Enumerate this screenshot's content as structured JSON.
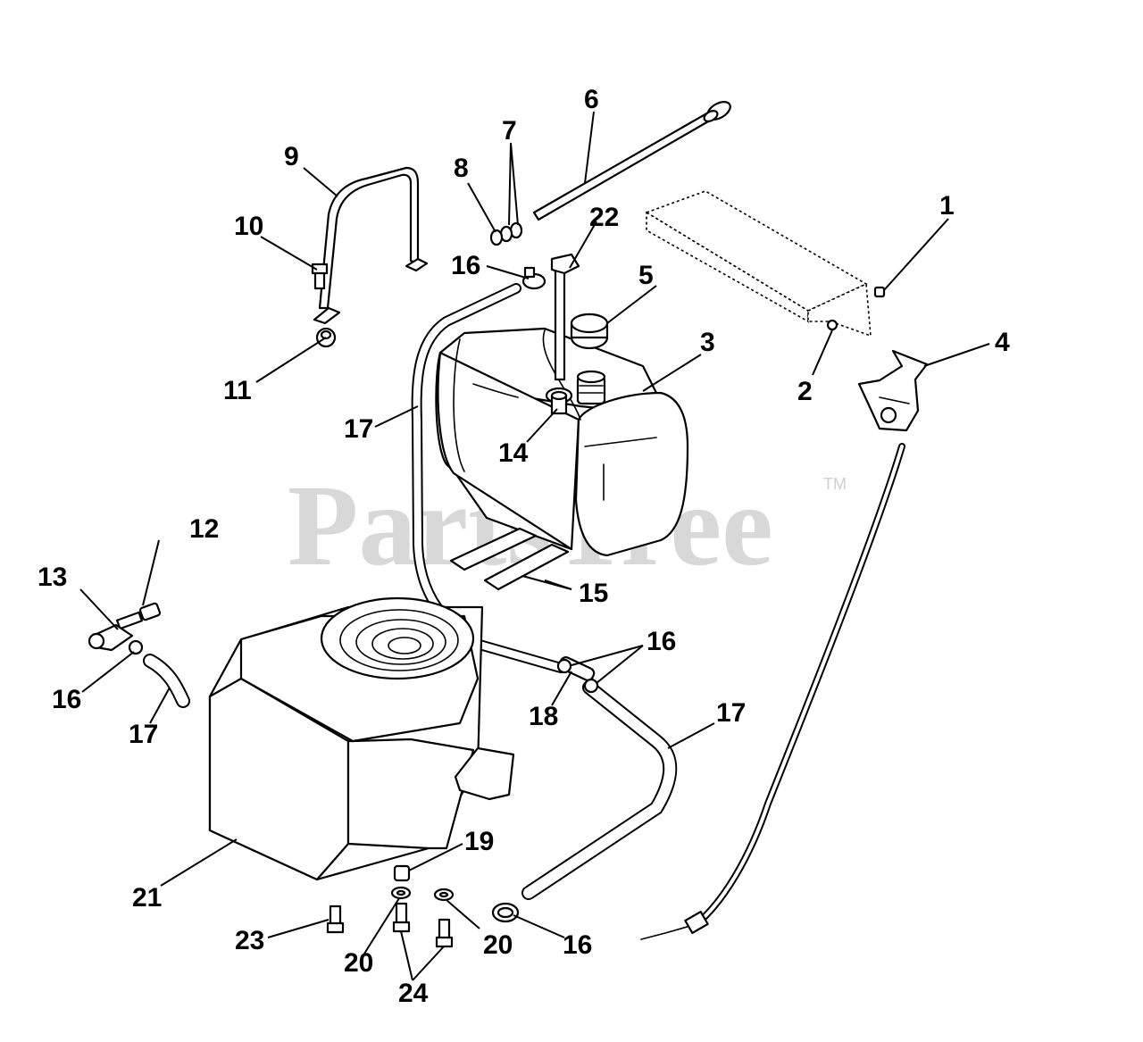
{
  "watermark": {
    "text": "PartsTree",
    "trademark": "TM"
  },
  "callouts": [
    {
      "id": "c1",
      "label": "1"
    },
    {
      "id": "c2",
      "label": "2"
    },
    {
      "id": "c3",
      "label": "3"
    },
    {
      "id": "c4",
      "label": "4"
    },
    {
      "id": "c5",
      "label": "5"
    },
    {
      "id": "c6",
      "label": "6"
    },
    {
      "id": "c7",
      "label": "7"
    },
    {
      "id": "c8",
      "label": "8"
    },
    {
      "id": "c9",
      "label": "9"
    },
    {
      "id": "c10",
      "label": "10"
    },
    {
      "id": "c11",
      "label": "11"
    },
    {
      "id": "c12",
      "label": "12"
    },
    {
      "id": "c13",
      "label": "13"
    },
    {
      "id": "c14",
      "label": "14"
    },
    {
      "id": "c15",
      "label": "15"
    },
    {
      "id": "c16a",
      "label": "16"
    },
    {
      "id": "c16b",
      "label": "16"
    },
    {
      "id": "c16c",
      "label": "16"
    },
    {
      "id": "c16d",
      "label": "16"
    },
    {
      "id": "c17a",
      "label": "17"
    },
    {
      "id": "c17b",
      "label": "17"
    },
    {
      "id": "c17c",
      "label": "17"
    },
    {
      "id": "c18",
      "label": "18"
    },
    {
      "id": "c19",
      "label": "19"
    },
    {
      "id": "c20a",
      "label": "20"
    },
    {
      "id": "c20b",
      "label": "20"
    },
    {
      "id": "c21",
      "label": "21"
    },
    {
      "id": "c22",
      "label": "22"
    },
    {
      "id": "c23",
      "label": "23"
    },
    {
      "id": "c24",
      "label": "24"
    }
  ]
}
